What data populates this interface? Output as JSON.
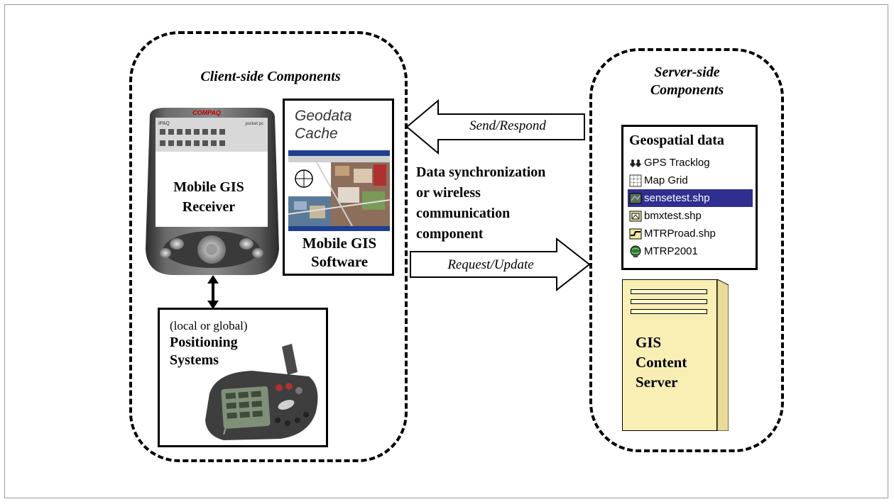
{
  "client": {
    "title": "Client-side Components",
    "pda_brand": "COMPAQ",
    "pda_model": "iPAQ",
    "pda_sub": "pocket pc",
    "pda_label_line1": "Mobile GIS",
    "pda_label_line2": "Receiver",
    "cache_line1": "Geodata",
    "cache_line2": "Cache",
    "software_line1": "Mobile GIS",
    "software_line2": "Software",
    "positioning_sub": "(local or global)",
    "positioning_line1": "Positioning",
    "positioning_line2": "Systems"
  },
  "middle": {
    "send_respond": "Send/Respond",
    "request_update": "Request/Update",
    "sync_lines": [
      "Data synchronization",
      "or wireless",
      "communication",
      "component"
    ]
  },
  "server": {
    "title_line1": "Server-side",
    "title_line2": "Components",
    "geo_title": "Geospatial data",
    "layers": [
      {
        "label": "GPS Tracklog",
        "icon": "gps-tracklog-icon",
        "selected": false
      },
      {
        "label": "Map Grid",
        "icon": "map-grid-icon",
        "selected": false
      },
      {
        "label": "sensetest.shp",
        "icon": "raster-layer-icon",
        "selected": true
      },
      {
        "label": "bmxtest.shp",
        "icon": "raster-layer-icon",
        "selected": false
      },
      {
        "label": "MTRProad.shp",
        "icon": "line-layer-icon",
        "selected": false
      },
      {
        "label": "MTRP2001",
        "icon": "globe-layer-icon",
        "selected": false
      }
    ],
    "server_line1": "GIS",
    "server_line2": "Content",
    "server_line3": "Server"
  },
  "colors": {
    "server_fill": "#f9efb4",
    "selected_row": "#2f2f8f",
    "pda_body": "#4a4a4a",
    "arrow_fill": "#ffffff"
  }
}
